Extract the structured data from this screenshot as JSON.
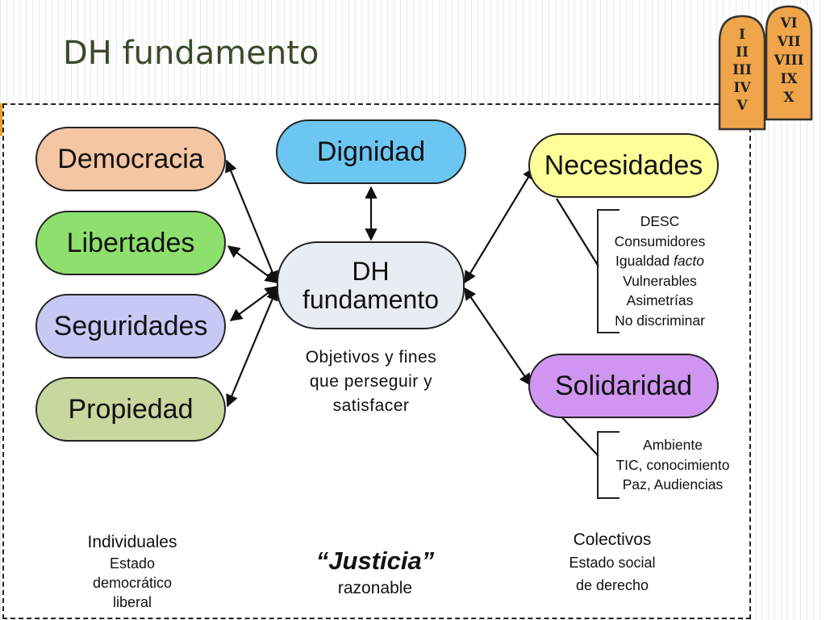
{
  "title": "DH fundamento",
  "colors": {
    "democracia": "#f5c6a4",
    "dignidad": "#6cc6f2",
    "libertades": "#8ee06c",
    "necesidades": "#ffff99",
    "seguridades": "#c8c8f5",
    "propiedad": "#c8d79e",
    "solidaridad": "#cf95f0",
    "center": "#e8edf3",
    "tablets": "#f0a54a"
  },
  "tablets": {
    "left_numerals": [
      "I",
      "II",
      "III",
      "IV",
      "V"
    ],
    "right_numerals": [
      "VI",
      "VII",
      "VIII",
      "IX",
      "X"
    ]
  },
  "nodes": {
    "democracia": "Democracia",
    "libertades": "Libertades",
    "seguridades": "Seguridades",
    "propiedad": "Propiedad",
    "dignidad": "Dignidad",
    "center_line1": "DH",
    "center_line2": "fundamento",
    "necesidades": "Necesidades",
    "solidaridad": "Solidaridad"
  },
  "center_caption": [
    "Objetivos y fines",
    "que perseguir y",
    "satisfacer"
  ],
  "necesidades_list": [
    "DESC",
    "Consumidores",
    "Igualdad",
    "facto",
    "Vulnerables",
    "Asimetrías",
    "No discriminar"
  ],
  "solidaridad_list": [
    "Ambiente",
    "TIC, conocimiento",
    "Paz, Audiencias"
  ],
  "footer": {
    "individuales_title": "Individuales",
    "individuales_lines": [
      "Estado",
      "democrático",
      "liberal"
    ],
    "justicia": "“Justicia”",
    "razonable": "razonable",
    "colectivos_title": "Colectivos",
    "colectivos_line1": "Estado social",
    "colectivos_line2": "de derecho"
  }
}
